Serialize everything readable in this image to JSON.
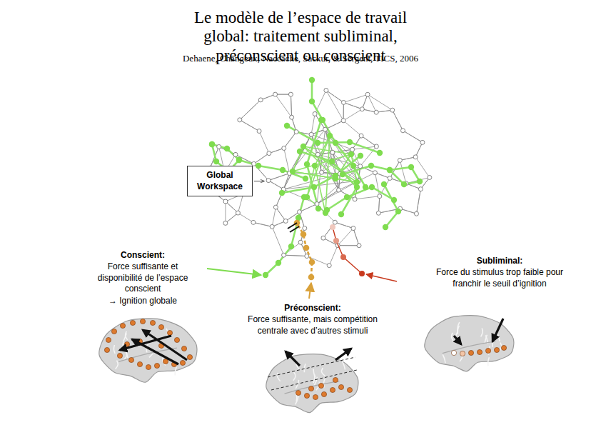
{
  "diagram": {
    "title": "Le modèle de l’espace de travail global: traitement subliminal, préconscient ou conscient",
    "nodes": [
      {
        "text": [
          "Global Workspace"
        ]
      }
    ],
    "labels": [
      "Dehaene, Changeux, Naccache, Sackur, & Sergent, TICS, 2006",
      "Conscient:",
      "Force suffisante et disponibilité de l’espace conscient",
      "→ Ignition globale",
      "Préconscient:",
      "Force suffisante, mais compétition centrale avec d’autres stimuli",
      "Subliminal:",
      "Force du stimulus trop faible pour franchir le seuil d’ignition"
    ]
  }
}
